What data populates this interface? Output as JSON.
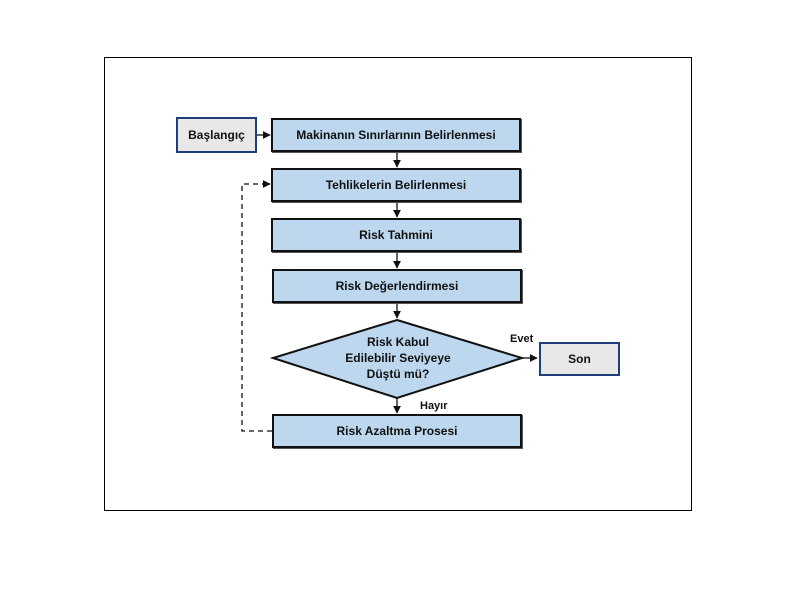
{
  "diagram": {
    "start": "Başlangıç",
    "steps": [
      "Makinanın Sınırlarının Belirlenmesi",
      "Tehlikelerin Belirlenmesi",
      "Risk Tahmini",
      "Risk Değerlendirmesi"
    ],
    "decision": {
      "lines": [
        "Risk Kabul",
        "Edilebilir Seviyeye",
        "Düştü mü?"
      ],
      "yes_label": "Evet",
      "no_label": "Hayır"
    },
    "reduction_step": "Risk Azaltma Prosesi",
    "end": "Son"
  },
  "colors": {
    "step_fill": "#bcd7ee",
    "terminal_fill": "#e8e8e8",
    "terminal_border": "#1f3d78",
    "line": "#111111"
  }
}
